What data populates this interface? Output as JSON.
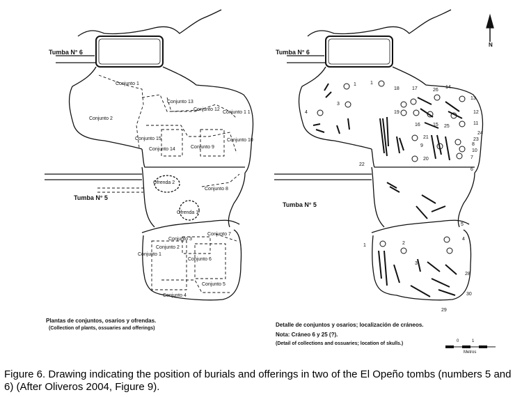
{
  "left_plan": {
    "tomb6_label": "Tumba N° 6",
    "tomb5_label": "Tumba N° 5",
    "labels": {
      "c1": "Conjunto 1",
      "c2": "Conjunto 2",
      "c13": "Conjunto 13",
      "c12": "Conjunto 12",
      "c11": "Conjunto 1 1",
      "c15": "Conjunto 15",
      "c14": "Conjunto 14",
      "c9": "Conjunto 9",
      "c10": "Conjunto 10",
      "of2": "Ofrenda 2",
      "c8": "Conjunto 8",
      "of1": "Ofrenda 1",
      "c7": "Conjunto 7",
      "c3": "Conjunto 3",
      "c2b": "Conjunto 2",
      "c1b": "Conjunto 1",
      "c6": "Conjunto 6",
      "c5": "Conjunto 5",
      "c4": "Conjunto 4"
    },
    "caption_es": "Plantas de conjuntos, osarios y ofrendas.",
    "caption_en": "(Collection of plants, ossuaries and offerings)"
  },
  "right_plan": {
    "tomb6_label": "Tumba N° 6",
    "tomb5_label": "Tumba N° 5",
    "numbers": [
      "1",
      "2",
      "3",
      "4",
      "18",
      "17",
      "26",
      "14",
      "13",
      "19",
      "16",
      "15",
      "25",
      "12",
      "11",
      "24",
      "23",
      "21",
      "9",
      "8",
      "10",
      "7",
      "22",
      "20",
      "6",
      "5",
      "4",
      "1",
      "2",
      "3",
      "28",
      "30",
      "29"
    ],
    "caption_es": "Detalle de conjuntos y osarios; localización de cráneos.",
    "note": "Nota: Cráneo 6 y 25 (?).",
    "caption_en": "(Detail of collections and ossuaries; location of skulls.)",
    "north": "N",
    "scale_label": "Metros",
    "scale_ticks": [
      "0",
      "1"
    ]
  },
  "caption": "Figure 6. Drawing indicating the position of burials and offerings in two of the El Opeño tombs (numbers 5 and 6) (After Oliveros 2004, Figure 9)."
}
